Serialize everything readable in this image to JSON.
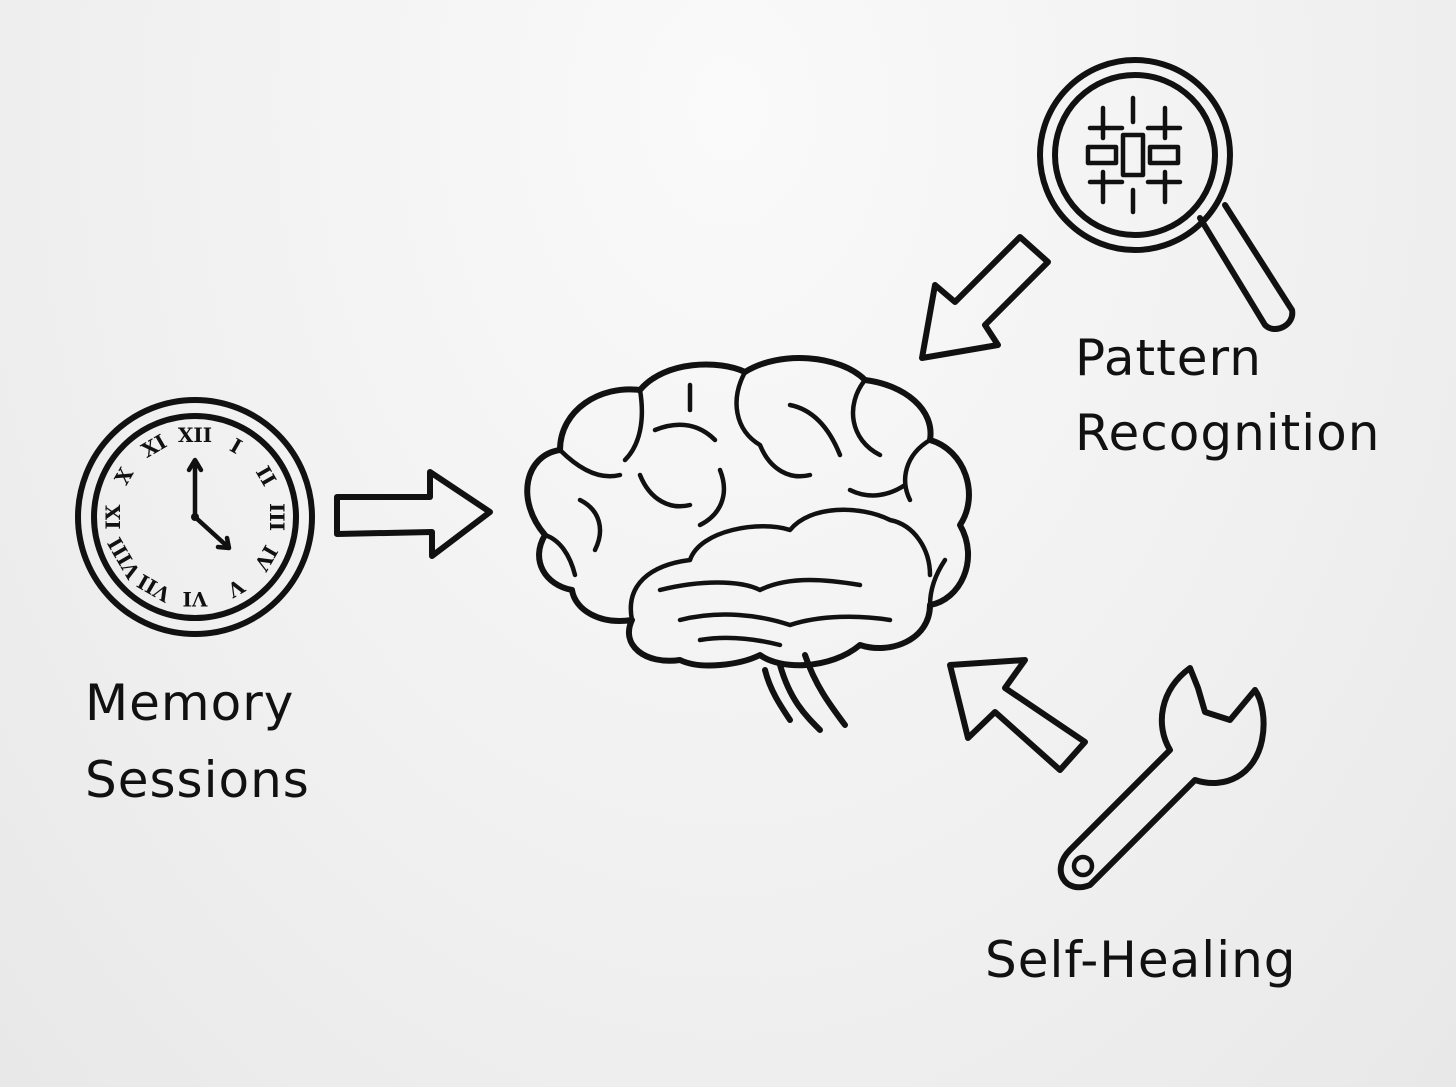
{
  "diagram": {
    "center": {
      "icon": "brain-icon"
    },
    "nodes": [
      {
        "id": "memory",
        "label_line1": "Memory",
        "label_line2": "Sessions",
        "icon": "clock-icon",
        "arrow_to_center": "right"
      },
      {
        "id": "pattern",
        "label_line1": "Pattern",
        "label_line2": "Recognition",
        "icon": "magnifier-icon",
        "arrow_to_center": "down-left"
      },
      {
        "id": "healing",
        "label_line1": "Self-Healing",
        "icon": "wrench-icon",
        "arrow_to_center": "up-left"
      }
    ],
    "clock_numerals": [
      "XII",
      "I",
      "II",
      "III",
      "IV",
      "V",
      "VI",
      "VII",
      "VIII",
      "IX",
      "X",
      "XI"
    ],
    "ink_color": "#111111",
    "background_color": "#f2f2f2"
  }
}
